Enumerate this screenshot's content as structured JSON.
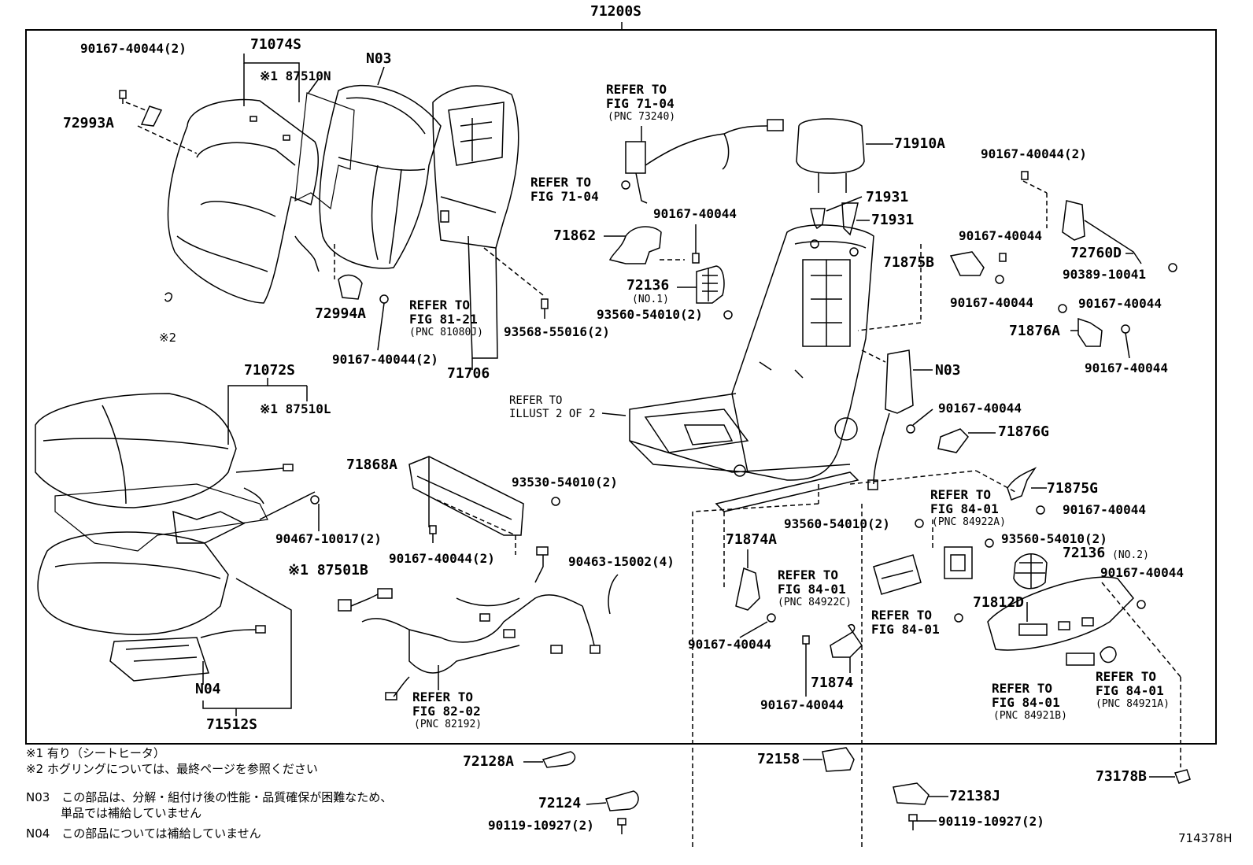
{
  "parts": {
    "p71200S": "71200S",
    "p71074S": "71074S",
    "p90167_top": "90167-40044(2)",
    "p87510N": "※1 87510N",
    "pN03_top": "N03",
    "p72993A": "72993A",
    "p72994A": "72994A",
    "p90167_2b": "90167-40044(2)",
    "p71706": "71706",
    "p93568": "93568-55016(2)",
    "pNote2": "※2",
    "p71072S": "71072S",
    "p87510L": "※1 87510L",
    "p90467": "90467-10017(2)",
    "pN04": "N04",
    "p71512S": "71512S",
    "p71868A": "71868A",
    "p93530": "93530-54010(2)",
    "p90167_2c": "90167-40044(2)",
    "p87501B": "※1 87501B",
    "p90463": "90463-15002(4)",
    "p71862": "71862",
    "p90167_c1": "90167-40044",
    "p72136": "72136",
    "p72136_no1": "(NO.1)",
    "p93560_a": "93560-54010(2)",
    "p71910A": "71910A",
    "p71931_a": "71931",
    "p71931_b": "71931",
    "p90167_r1": "90167-40044(2)",
    "p90167_r2": "90167-40044",
    "p71875B": "71875B",
    "p72760D": "72760D",
    "p90389": "90389-10041",
    "p90167_r3": "90167-40044",
    "p90167_r4": "90167-40044",
    "p71876A": "71876A",
    "p90167_r5": "90167-40044",
    "pN03_mid": "N03",
    "p90167_r6": "90167-40044",
    "p71876G": "71876G",
    "p71875G": "71875G",
    "p90167_r7": "90167-40044",
    "p93560_b": "93560-54010(2)",
    "p93560_c": "93560-54010(2)",
    "p72136_b": "72136",
    "p72136_no2": "(NO.2)",
    "p90167_r8": "90167-40044",
    "p71874A": "71874A",
    "p90167_b1": "90167-40044",
    "p71874": "71874",
    "p90167_b2": "90167-40044",
    "p71812D": "71812D",
    "p72128A": "72128A",
    "p72124": "72124",
    "p90119_a": "90119-10927(2)",
    "p72158": "72158",
    "p72138J": "72138J",
    "p90119_b": "90119-10927(2)",
    "p73178B": "73178B"
  },
  "refs": {
    "r1_l1": "REFER TO",
    "r1_l2": "FIG 71-04",
    "r1_l3": "(PNC 73240)",
    "r2_l1": "REFER TO",
    "r2_l2": "FIG 71-04",
    "r3_l1": "REFER TO",
    "r3_l2": "FIG 81-21",
    "r3_l3": "(PNC 81080J)",
    "r4_l1": "REFER TO",
    "r4_l2": "ILLUST 2 OF 2",
    "r5_l1": "REFER TO",
    "r5_l2": "FIG 82-02",
    "r5_l3": "(PNC 82192)",
    "r6_l1": "REFER TO",
    "r6_l2": "FIG 84-01",
    "r6_l3": "(PNC 84922A)",
    "r7_l1": "REFER TO",
    "r7_l2": "FIG 84-01",
    "r7_l3": "(PNC 84922C)",
    "r8_l1": "REFER TO",
    "r8_l2": "FIG 84-01",
    "r9_l1": "REFER TO",
    "r9_l2": "FIG 84-01",
    "r9_l3": "(PNC 84921B)",
    "r10_l1": "REFER TO",
    "r10_l2": "FIG 84-01",
    "r10_l3": "(PNC 84921A)"
  },
  "notes": {
    "n1": "※1 有り（シートヒータ）",
    "n2": "※2 ホグリングについては、最終ページを参照ください",
    "n3a": "N03　この部品は、分解・組付け後の性能・品質確保が困難なため、",
    "n3b": "単品では補給していません",
    "n4": "N04　この部品については補給していません"
  },
  "figure_code": "714378H"
}
